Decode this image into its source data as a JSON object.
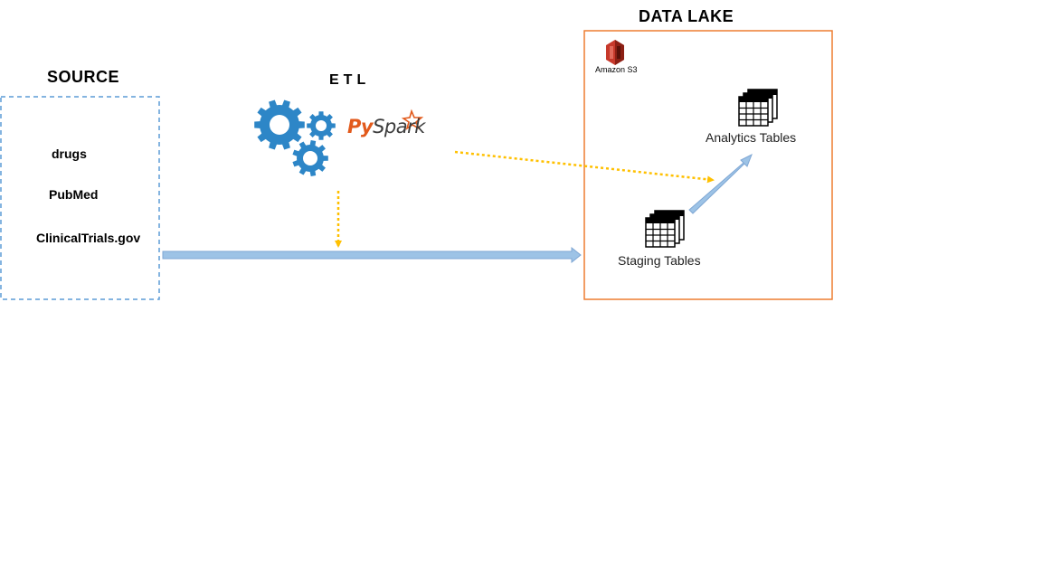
{
  "source": {
    "title": "SOURCE",
    "items": [
      "drugs",
      "PubMed",
      "ClinicalTrials.gov"
    ]
  },
  "etl": {
    "title": "ETL",
    "pyspark_label_py": "Py",
    "pyspark_label_spark": "Spark"
  },
  "data_lake": {
    "title": "DATA LAKE",
    "s3_label": "Amazon S3",
    "staging_label": "Staging Tables",
    "analytics_label": "Analytics Tables"
  },
  "colors": {
    "source_border": "#5b9bd5",
    "lake_border": "#ed7d31",
    "flow_arrow": "#9dc3e6",
    "flow_arrow_stroke": "#7fa7d4",
    "etl_arrow": "#ffc000",
    "gear": "#2d86c7",
    "pyspark_orange": "#e25a1c",
    "s3_red": "#c7392b"
  },
  "icons": [
    "gears-icon",
    "pyspark-logo",
    "amazon-s3-icon",
    "table-icon"
  ]
}
